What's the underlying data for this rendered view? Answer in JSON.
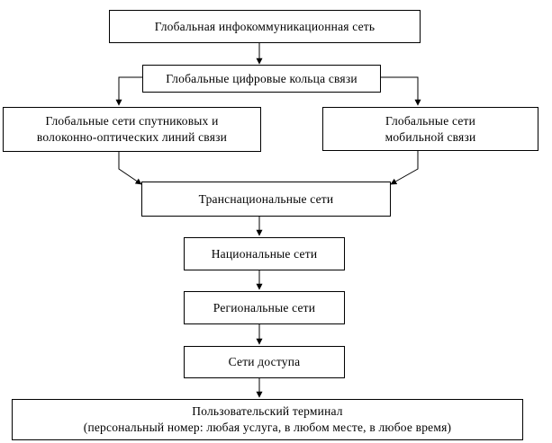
{
  "nodes": {
    "global_network": {
      "lines": [
        "Глобальная инфокоммуникационная сеть"
      ]
    },
    "global_rings": {
      "lines": [
        "Глобальные цифровые кольца связи"
      ]
    },
    "satellite_fiber": {
      "lines": [
        "Глобальные сети спутниковых и",
        "волоконно-оптических линий связи"
      ]
    },
    "mobile": {
      "lines": [
        "Глобальные сети",
        "мобильной связи"
      ]
    },
    "transnational": {
      "lines": [
        "Транснациональные сети"
      ]
    },
    "national": {
      "lines": [
        "Национальные сети"
      ]
    },
    "regional": {
      "lines": [
        "Региональные сети"
      ]
    },
    "access": {
      "lines": [
        "Сети доступа"
      ]
    },
    "terminal": {
      "lines": [
        "Пользовательский терминал",
        "(персональный номер: любая услуга, в любом месте, в любое время)"
      ]
    }
  },
  "colors": {
    "line": "#000000",
    "box_fill": "#ffffff",
    "text": "#000000"
  }
}
